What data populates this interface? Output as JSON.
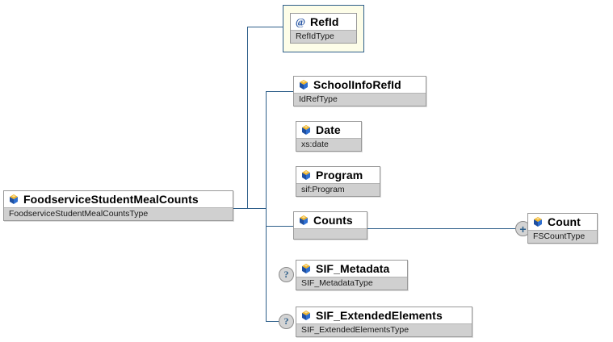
{
  "diagram": {
    "title": "FoodserviceStudentMealCounts schema tree",
    "background": "#ffffff",
    "line_color": "#2e5f8a",
    "type_row_color": "#d0d0d0",
    "attribute_box_color": "#fdfde8"
  },
  "root": {
    "name": "FoodserviceStudentMealCounts",
    "type": "FoodserviceStudentMealCountsType",
    "icon": "element-icon"
  },
  "attributes": [
    {
      "name": "RefId",
      "type": "RefIdType",
      "icon": "attribute-at-icon"
    }
  ],
  "children": [
    {
      "name": "SchoolInfoRefId",
      "type": "IdRefType",
      "icon": "element-icon",
      "badge": ""
    },
    {
      "name": "Date",
      "type": "xs:date",
      "icon": "element-icon",
      "badge": ""
    },
    {
      "name": "Program",
      "type": "sif:Program",
      "icon": "element-icon",
      "badge": ""
    },
    {
      "name": "Counts",
      "type": "",
      "icon": "element-icon",
      "badge": ""
    },
    {
      "name": "SIF_Metadata",
      "type": "SIF_MetadataType",
      "icon": "element-icon",
      "badge": "?"
    },
    {
      "name": "SIF_ExtendedElements",
      "type": "SIF_ExtendedElementsType",
      "icon": "element-icon",
      "badge": "?"
    }
  ],
  "grandchildren": [
    {
      "parent": "Counts",
      "name": "Count",
      "type": "FSCountType",
      "icon": "element-icon",
      "badge": "+"
    }
  ]
}
